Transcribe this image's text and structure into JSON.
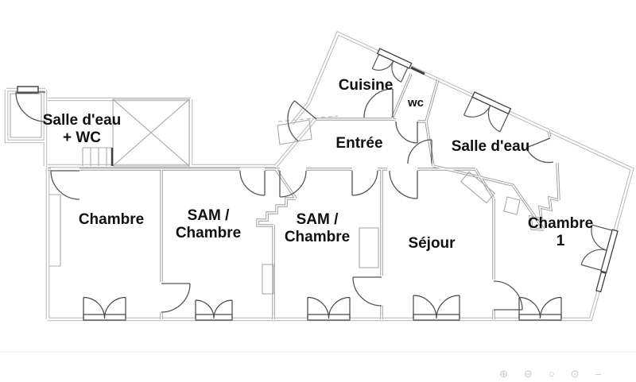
{
  "plan": {
    "rooms": [
      {
        "id": "salle-deau-wc",
        "line1": "Salle d'eau",
        "line2": "+ WC"
      },
      {
        "id": "cuisine",
        "line1": "Cuisine",
        "line2": ""
      },
      {
        "id": "wc",
        "line1": "wc",
        "line2": ""
      },
      {
        "id": "entree",
        "line1": "Entrée",
        "line2": ""
      },
      {
        "id": "salle-deau",
        "line1": "Salle d'eau",
        "line2": ""
      },
      {
        "id": "chambre",
        "line1": "Chambre",
        "line2": ""
      },
      {
        "id": "sam-chambre-1",
        "line1": "SAM /",
        "line2": "Chambre"
      },
      {
        "id": "sam-chambre-2",
        "line1": "SAM /",
        "line2": "Chambre"
      },
      {
        "id": "sejour",
        "line1": "Séjour",
        "line2": ""
      },
      {
        "id": "chambre-1",
        "line1": "Chambre",
        "line2": "1"
      }
    ],
    "colors": {
      "background": "#ffffff",
      "wall_outer": "#b5b5b5",
      "wall_inner": "#9a9a9a",
      "detail_light": "#a8a8a8",
      "feature_dark": "#3f3f3f",
      "door": "#555555",
      "text": "#111111",
      "viewer_icon": "#c9c9c9"
    },
    "viewer_controls": [
      {
        "id": "zoom-in",
        "glyph": "⊕"
      },
      {
        "id": "zoom-out",
        "glyph": "⊖"
      },
      {
        "id": "reset-view",
        "glyph": "○"
      },
      {
        "id": "focus-view",
        "glyph": "⊙"
      },
      {
        "id": "more",
        "glyph": "–"
      }
    ]
  }
}
